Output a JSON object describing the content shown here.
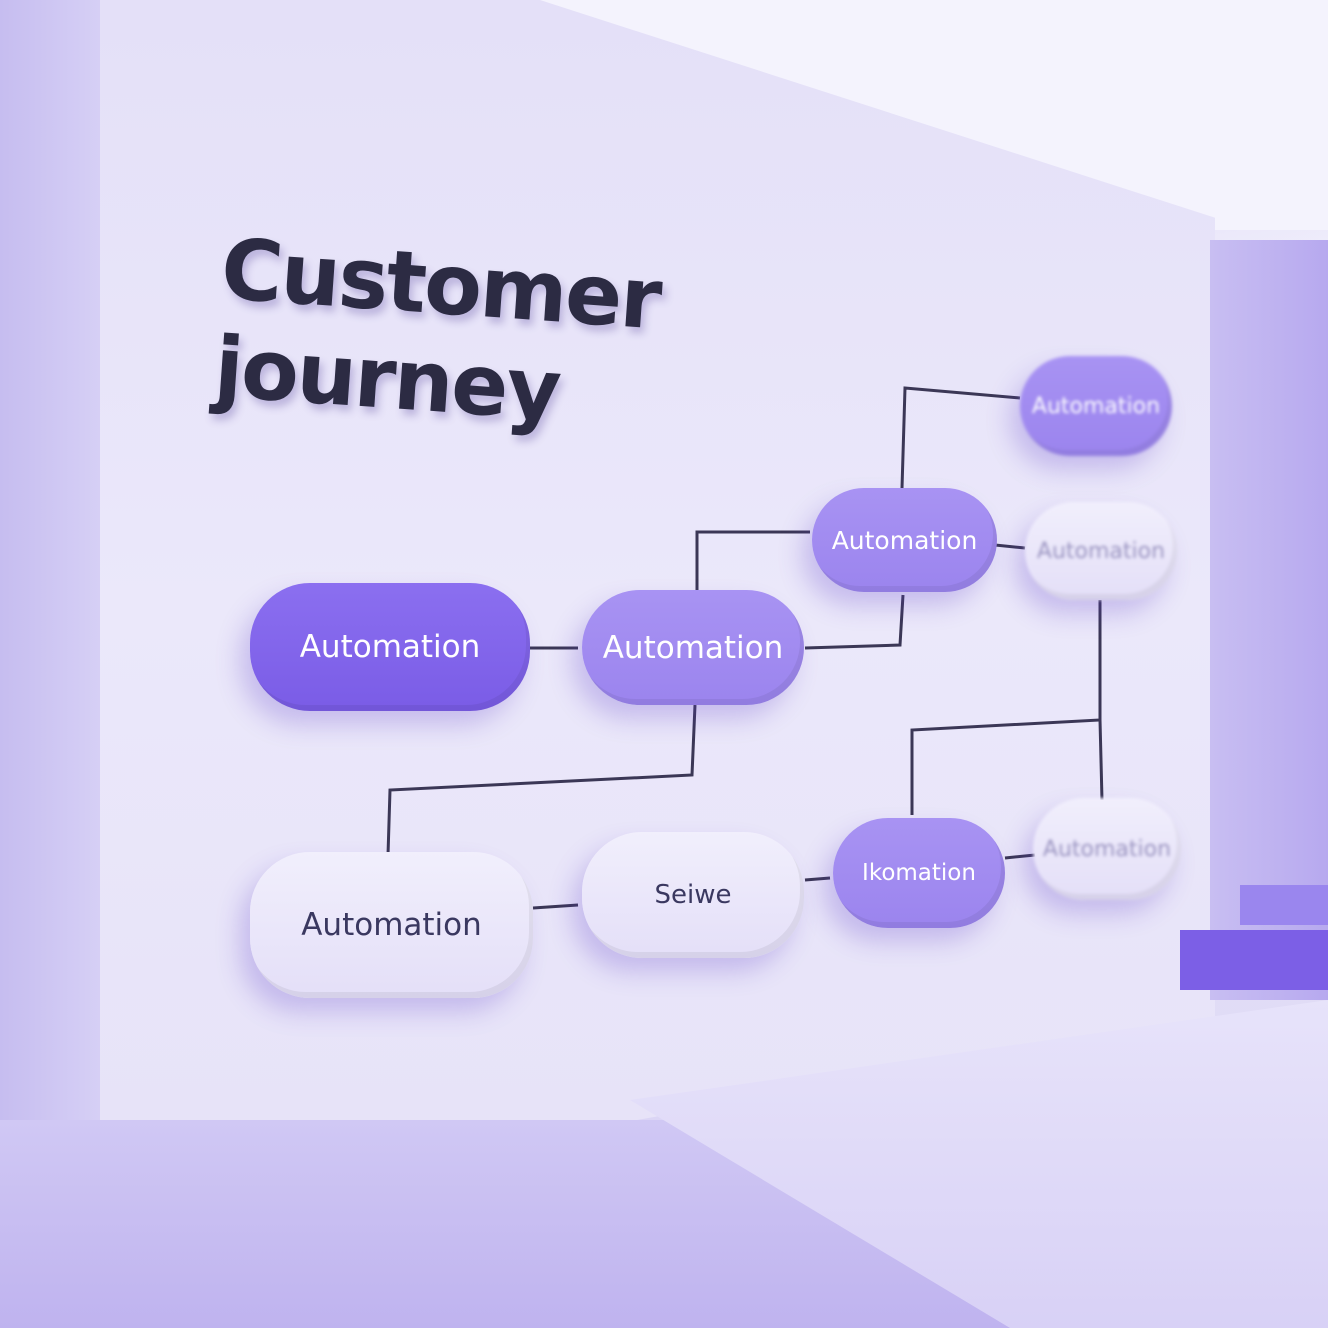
{
  "title": {
    "line1": "Customer",
    "line2": "journey"
  },
  "nodes": [
    {
      "label": "Automation"
    },
    {
      "label": "Automation"
    },
    {
      "label": "Automation"
    },
    {
      "label": "Automation"
    },
    {
      "label": "Automation"
    },
    {
      "label": "Automation"
    },
    {
      "label": "Seiwe"
    },
    {
      "label": "Ikomation"
    },
    {
      "label": "Automation"
    }
  ],
  "colors": {
    "accent": "#7a5ce6",
    "wall": "#e6e2f8",
    "text": "#2c2b43"
  }
}
